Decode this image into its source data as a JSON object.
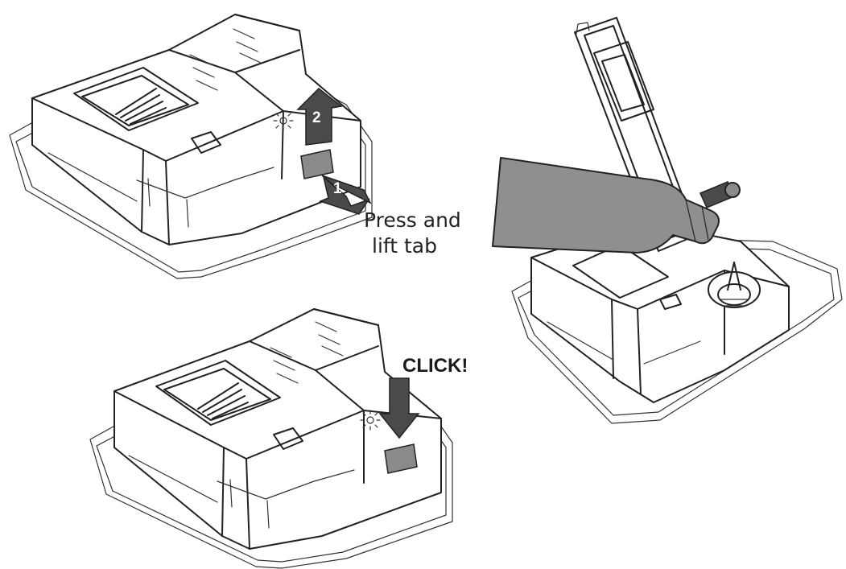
{
  "labels": {
    "press_line1": "Press and",
    "press_line2": "lift tab",
    "click": "CLICK!",
    "step1": "1",
    "step2": "2"
  },
  "icons": {
    "step1_arrow": "arrow-press-icon",
    "step2_arrow": "arrow-lift-icon",
    "click_arrow": "arrow-down-icon",
    "sun_symbol": "rinse-aid-sun-icon",
    "detergent_lines": "detergent-lines-icon"
  },
  "colors": {
    "line": "#222222",
    "arrow": "#4a4a4a",
    "bottle": "#8f8f8f",
    "tab": "#8a8a8a"
  }
}
